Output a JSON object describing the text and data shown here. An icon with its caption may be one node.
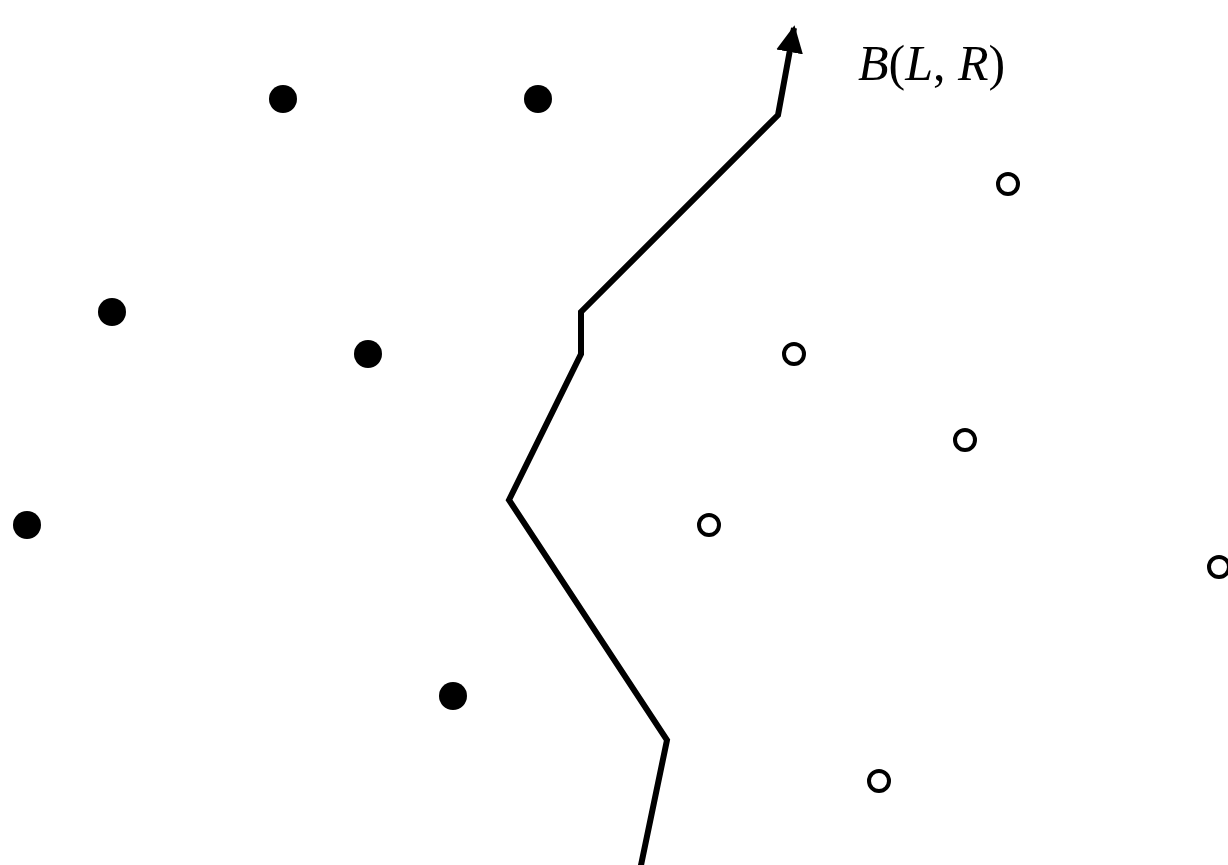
{
  "diagram": {
    "nodes": [
      {
        "text": [],
        "shape": "dot"
      },
      {
        "text": [],
        "shape": "dot"
      },
      {
        "text": [],
        "shape": "circle"
      },
      {
        "text": [],
        "shape": "dot"
      },
      {
        "text": [],
        "shape": "dot"
      },
      {
        "text": [],
        "shape": "circle"
      },
      {
        "text": [],
        "shape": "circle"
      },
      {
        "text": [],
        "shape": "dot"
      },
      {
        "text": [],
        "shape": "circle"
      },
      {
        "text": [],
        "shape": "circle"
      },
      {
        "text": [],
        "shape": "dot"
      },
      {
        "text": [],
        "shape": "circle"
      }
    ],
    "labels": [
      "*B*(*L*, *R*)"
    ]
  }
}
